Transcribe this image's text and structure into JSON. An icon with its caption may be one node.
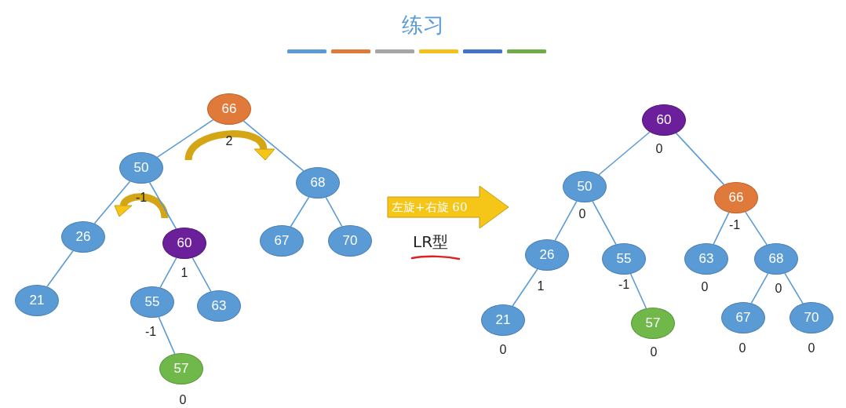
{
  "diagram": {
    "title": "练习",
    "nodes": [
      {
        "text": [
          "66"
        ],
        "beside": [
          "2"
        ]
      },
      {
        "text": [
          "50"
        ],
        "beside": [
          "-1"
        ]
      },
      {
        "text": [
          "68"
        ]
      },
      {
        "text": [
          "26"
        ]
      },
      {
        "text": [
          "60"
        ],
        "beside": [
          "1"
        ]
      },
      {
        "text": [
          "67"
        ]
      },
      {
        "text": [
          "70"
        ]
      },
      {
        "text": [
          "21"
        ]
      },
      {
        "text": [
          "55"
        ],
        "beside": [
          "-1"
        ]
      },
      {
        "text": [
          "63"
        ]
      },
      {
        "text": [
          "57"
        ],
        "beside": [
          "0"
        ]
      },
      {
        "text": [
          "左旋+右旋 60"
        ]
      },
      {
        "text": [
          "60"
        ],
        "beside": [
          "0"
        ]
      },
      {
        "text": [
          "50"
        ],
        "beside": [
          "0"
        ]
      },
      {
        "text": [
          "66"
        ],
        "beside": [
          "-1"
        ]
      },
      {
        "text": [
          "26"
        ],
        "beside": [
          "1"
        ]
      },
      {
        "text": [
          "55"
        ],
        "beside": [
          "-1"
        ]
      },
      {
        "text": [
          "63"
        ],
        "beside": [
          "0"
        ]
      },
      {
        "text": [
          "68"
        ],
        "beside": [
          "0"
        ]
      },
      {
        "text": [
          "21"
        ],
        "beside": [
          "0"
        ]
      },
      {
        "text": [
          "57"
        ],
        "beside": [
          "0"
        ]
      },
      {
        "text": [
          "67"
        ],
        "beside": [
          "0"
        ]
      },
      {
        "text": [
          "70"
        ],
        "beside": [
          "0"
        ]
      }
    ],
    "edges": [
      {
        "from": 0,
        "to": 1,
        "arrow": "none"
      },
      {
        "from": 0,
        "to": 2,
        "arrow": "none"
      },
      {
        "from": 1,
        "to": 3,
        "arrow": "none"
      },
      {
        "from": 1,
        "to": 4,
        "arrow": "none"
      },
      {
        "from": 2,
        "to": 5,
        "arrow": "none"
      },
      {
        "from": 2,
        "to": 6,
        "arrow": "none"
      },
      {
        "from": 3,
        "to": 7,
        "arrow": "none"
      },
      {
        "from": 4,
        "to": 8,
        "arrow": "none"
      },
      {
        "from": 4,
        "to": 9,
        "arrow": "none"
      },
      {
        "from": 8,
        "to": 10,
        "arrow": "none"
      },
      {
        "from": 12,
        "to": 13,
        "arrow": "none"
      },
      {
        "from": 12,
        "to": 14,
        "arrow": "none"
      },
      {
        "from": 13,
        "to": 15,
        "arrow": "none"
      },
      {
        "from": 13,
        "to": 16,
        "arrow": "none"
      },
      {
        "from": 14,
        "to": 17,
        "arrow": "none"
      },
      {
        "from": 14,
        "to": 18,
        "arrow": "none"
      },
      {
        "from": 15,
        "to": 19,
        "arrow": "none"
      },
      {
        "from": 16,
        "to": 20,
        "arrow": "none"
      },
      {
        "from": 18,
        "to": 21,
        "arrow": "none"
      },
      {
        "from": 18,
        "to": 22,
        "arrow": "none"
      }
    ],
    "labels": [
      "LR型"
    ]
  }
}
